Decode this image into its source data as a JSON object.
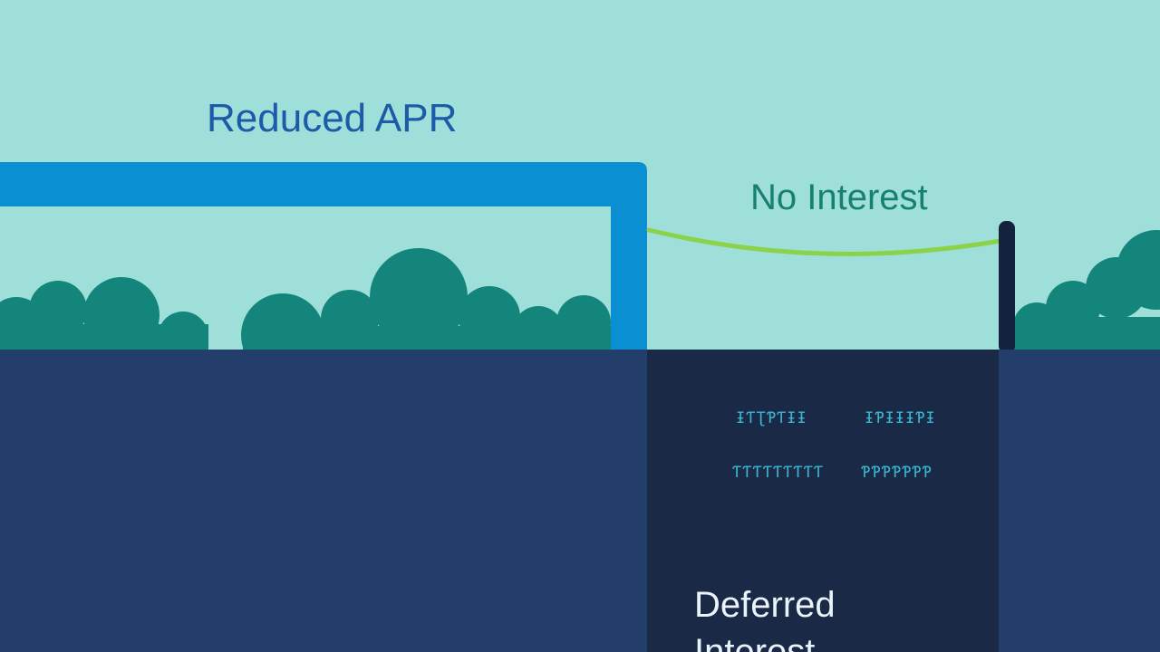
{
  "labels": {
    "reduced_apr": "Reduced APR",
    "no_interest": "No Interest",
    "deferred_interest": "Deferred\nInterest"
  },
  "illegible_text": {
    "line1_a": "ƗƬƮƤƬƗƗ",
    "line1_b": "ƗƤƗƗƗƤƗ",
    "line2_a": "ƬƬƬƬƬƬƬƬƬ",
    "line2_b": "ƤƤƤƤƤƤƤ"
  },
  "colors": {
    "sky": "#9ee0d9",
    "ground": "#233e6a",
    "pit": "#1a2946",
    "bushes": "#14857a",
    "pipe": "#0a8fd3",
    "rope": "#8bd24a",
    "post": "#13223d"
  }
}
